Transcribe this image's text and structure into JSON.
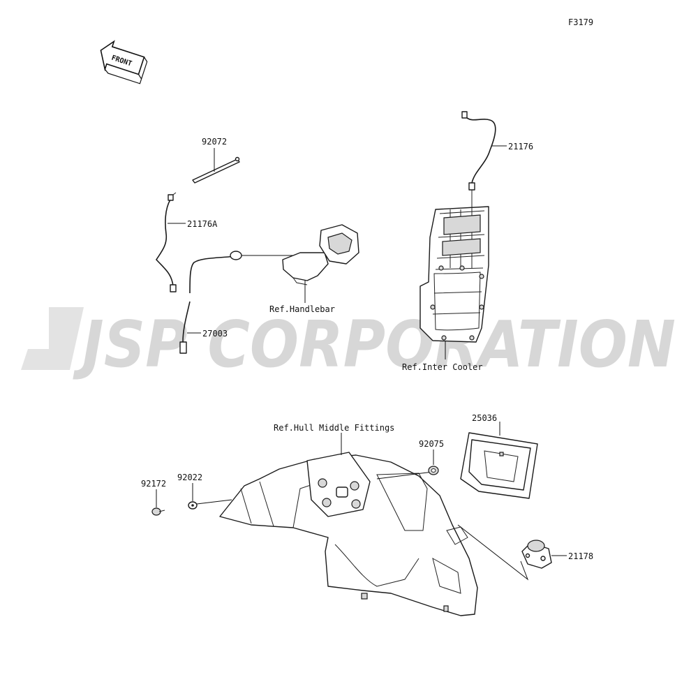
{
  "figure_code": "F3179",
  "front_arrow_label": "FRONT",
  "watermark": "JSP CORPORATION",
  "part_labels": {
    "p92072": "92072",
    "p21176A": "21176A",
    "p27003": "27003",
    "p21176": "21176",
    "p25036": "25036",
    "p92075": "92075",
    "p92172": "92172",
    "p92022": "92022",
    "p21178": "21178"
  },
  "ref_labels": {
    "handlebar": "Ref.Handlebar",
    "inter_cooler": "Ref.Inter Cooler",
    "hull_middle": "Ref.Hull Middle Fittings"
  }
}
